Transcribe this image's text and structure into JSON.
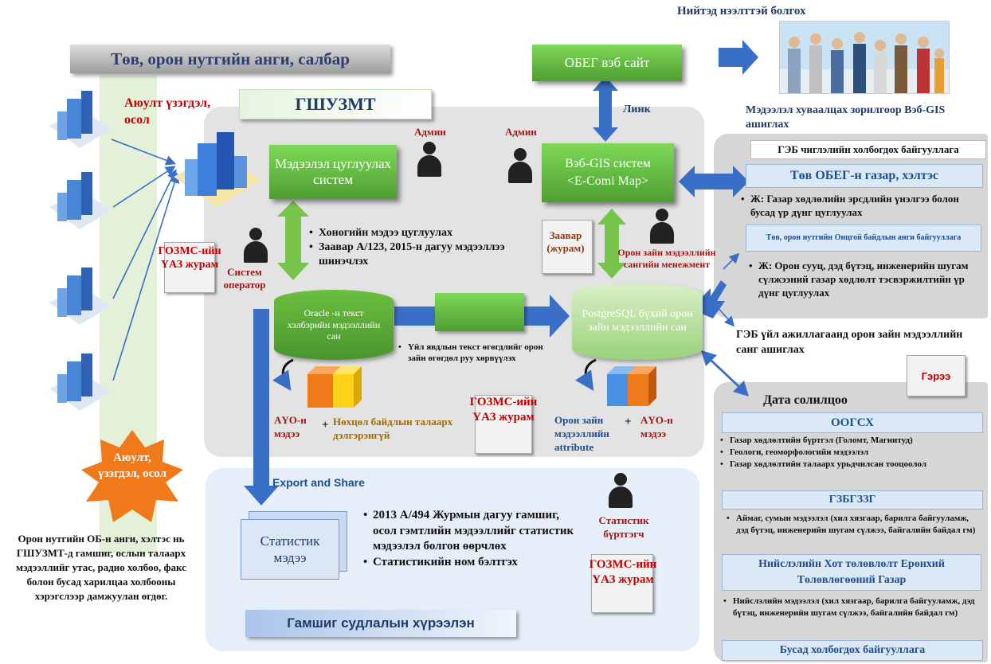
{
  "header_top": "Нийтэд нээлттэй болгох",
  "left_banner": "Төв, орон нутгийн анги, салбар",
  "gshuzmt_title": "ГШУЗМТ",
  "obeg_website": "ОБЕГ вэб сайт",
  "link_label": "Линк",
  "web_gis_share": "Мэдээлэл хуваалцах зорилгоор Вэб-GIS ашиглах",
  "accident_label": "Аюулт үзэгдэл, осол",
  "admin1": "Админ",
  "admin2": "Админ",
  "collection_system": "Мэдээлэл цуглуулах систем",
  "webgis_system_line1": "Вэб-GIS систем",
  "webgis_system_line2": "<E-Comi Map>",
  "collection_bullets": [
    "Хоногийн мэдээ цуглуулах",
    "Заавар А/123, 2015-н дагуу мэдээллээ шинэчлэх"
  ],
  "instruction_label": "Заавар (журам)",
  "spatial_db_mgmt": "Орон зайн мэдээллийн сангийн менежмент",
  "gozms_procedure_1": "ГОЗМС-ийн ҮАЗ журам",
  "system_operator": "Систем оператор",
  "oracle_db": "Oracle -н текст хэлбэрийн мэдээллийн сан",
  "postgres_db": "PostgreSQL бүхий орон зайн мэдээллийн сан",
  "conversion_text": "Үйл явдлын текст өгөгдлийг орон зайн өгөгдөл руу хөрвүүлэх",
  "ayo_news_1": "АҮО-н мэдээ",
  "plus": "+",
  "situation_details": "Нөхцөл байдлын талаарх дэлгэрэнгүй",
  "gozms_procedure_2": "ГОЗМС-ийн ҮАЗ журам",
  "spatial_attribute": "Орон зайн мэдээллийн attribute",
  "ayo_news_2": "АҮО-н мэдээ",
  "export_share": "Export and Share",
  "statistic_news": "Статистик мэдээ",
  "statistic_bullets": [
    "2013 А/494 Журмын дагуу гамшиг, осол гэмтлийн мэдээллийг статистик мэдээлэл болгон өөрчлөх",
    "Статистикийн ном бэлтгэх"
  ],
  "statistic_registrar": "Статистик бүртгэгч",
  "gozms_procedure_3": "ГОЗМС-ийн ҮАЗ журам",
  "research_center": "Гамшиг судлалын хүрээлэн",
  "disaster_burst": "Аюулт, үзэгдэл, осол",
  "bottom_left_text": "Орон нутгийн ОБ-н анги, хэлтэс нь ГШУЗМТ-д гамшиг, ослын талаарх мэдээллийг утас, радио холбоо, факс болон бусад харилцаа холбооны хэрэгслээр дамжуулан өгдөг.",
  "gis_org_title": "ГЭБ чиглэлийн холбогдох байгууллага",
  "central_obeg": "Төв ОБЕГ-н газар, хэлтэс",
  "central_bullet": "Ж: Газар хөдлөлийн эрсдлийн үнэлгээ болон бусад үр дүнг цуглуулах",
  "local_units": "Төв, орон нутгийн Онцгой байдлын анги байгууллага",
  "local_bullet": "Ж: Орон сууц, дэд бүтэц, инженерийн шугам сүлжээний газар хөдлөлт тэсвэржилтийн үр дүнг цуглуулах",
  "gis_activity": "ГЭБ үйл ажиллагаанд орон зайн мэдээллийн санг ашиглах",
  "contract": "Гэрээ",
  "data_exchange": "Дата солилцоо",
  "oogsx": "ООГСХ",
  "oogsx_bullets": [
    "Газар хөдлөлтийн бүртгэл (Голомт, Магнитуд)",
    "Геологи, геоморфологийн мэдээлэл",
    "Газар хөдлөлтийн талаарх урьдчилсан тооцоолол"
  ],
  "gzbgzzg": "ГЗБГЗЗГ",
  "gzbgzzg_bullet": "Аймаг, сумын мэдээлэл (хил хязгаар, барилга байгууламж, дэд бүтэц, инженерийн шугам сүлжээ, байгалийн байдал гм)",
  "capital_planning": "Нийслэлийн Хот төлөвлөлт Ерөнхий Төлөвлөгөөний Газар",
  "capital_bullet": "Нийслэлийн мэдээлэл (хил хязгаар, барилга байгууламж, дэд бүтэц, инженерийн шугам сүлжээ, байгалийн байдал гм)",
  "other_orgs": "Бусад холбогдох байгууллага",
  "colors": {
    "green": "#5fae3a",
    "blue_arrow": "#3a6fc8",
    "title_blue": "#1f4e8c",
    "red": "#c00000",
    "orange_burst": "#f07a1a"
  }
}
